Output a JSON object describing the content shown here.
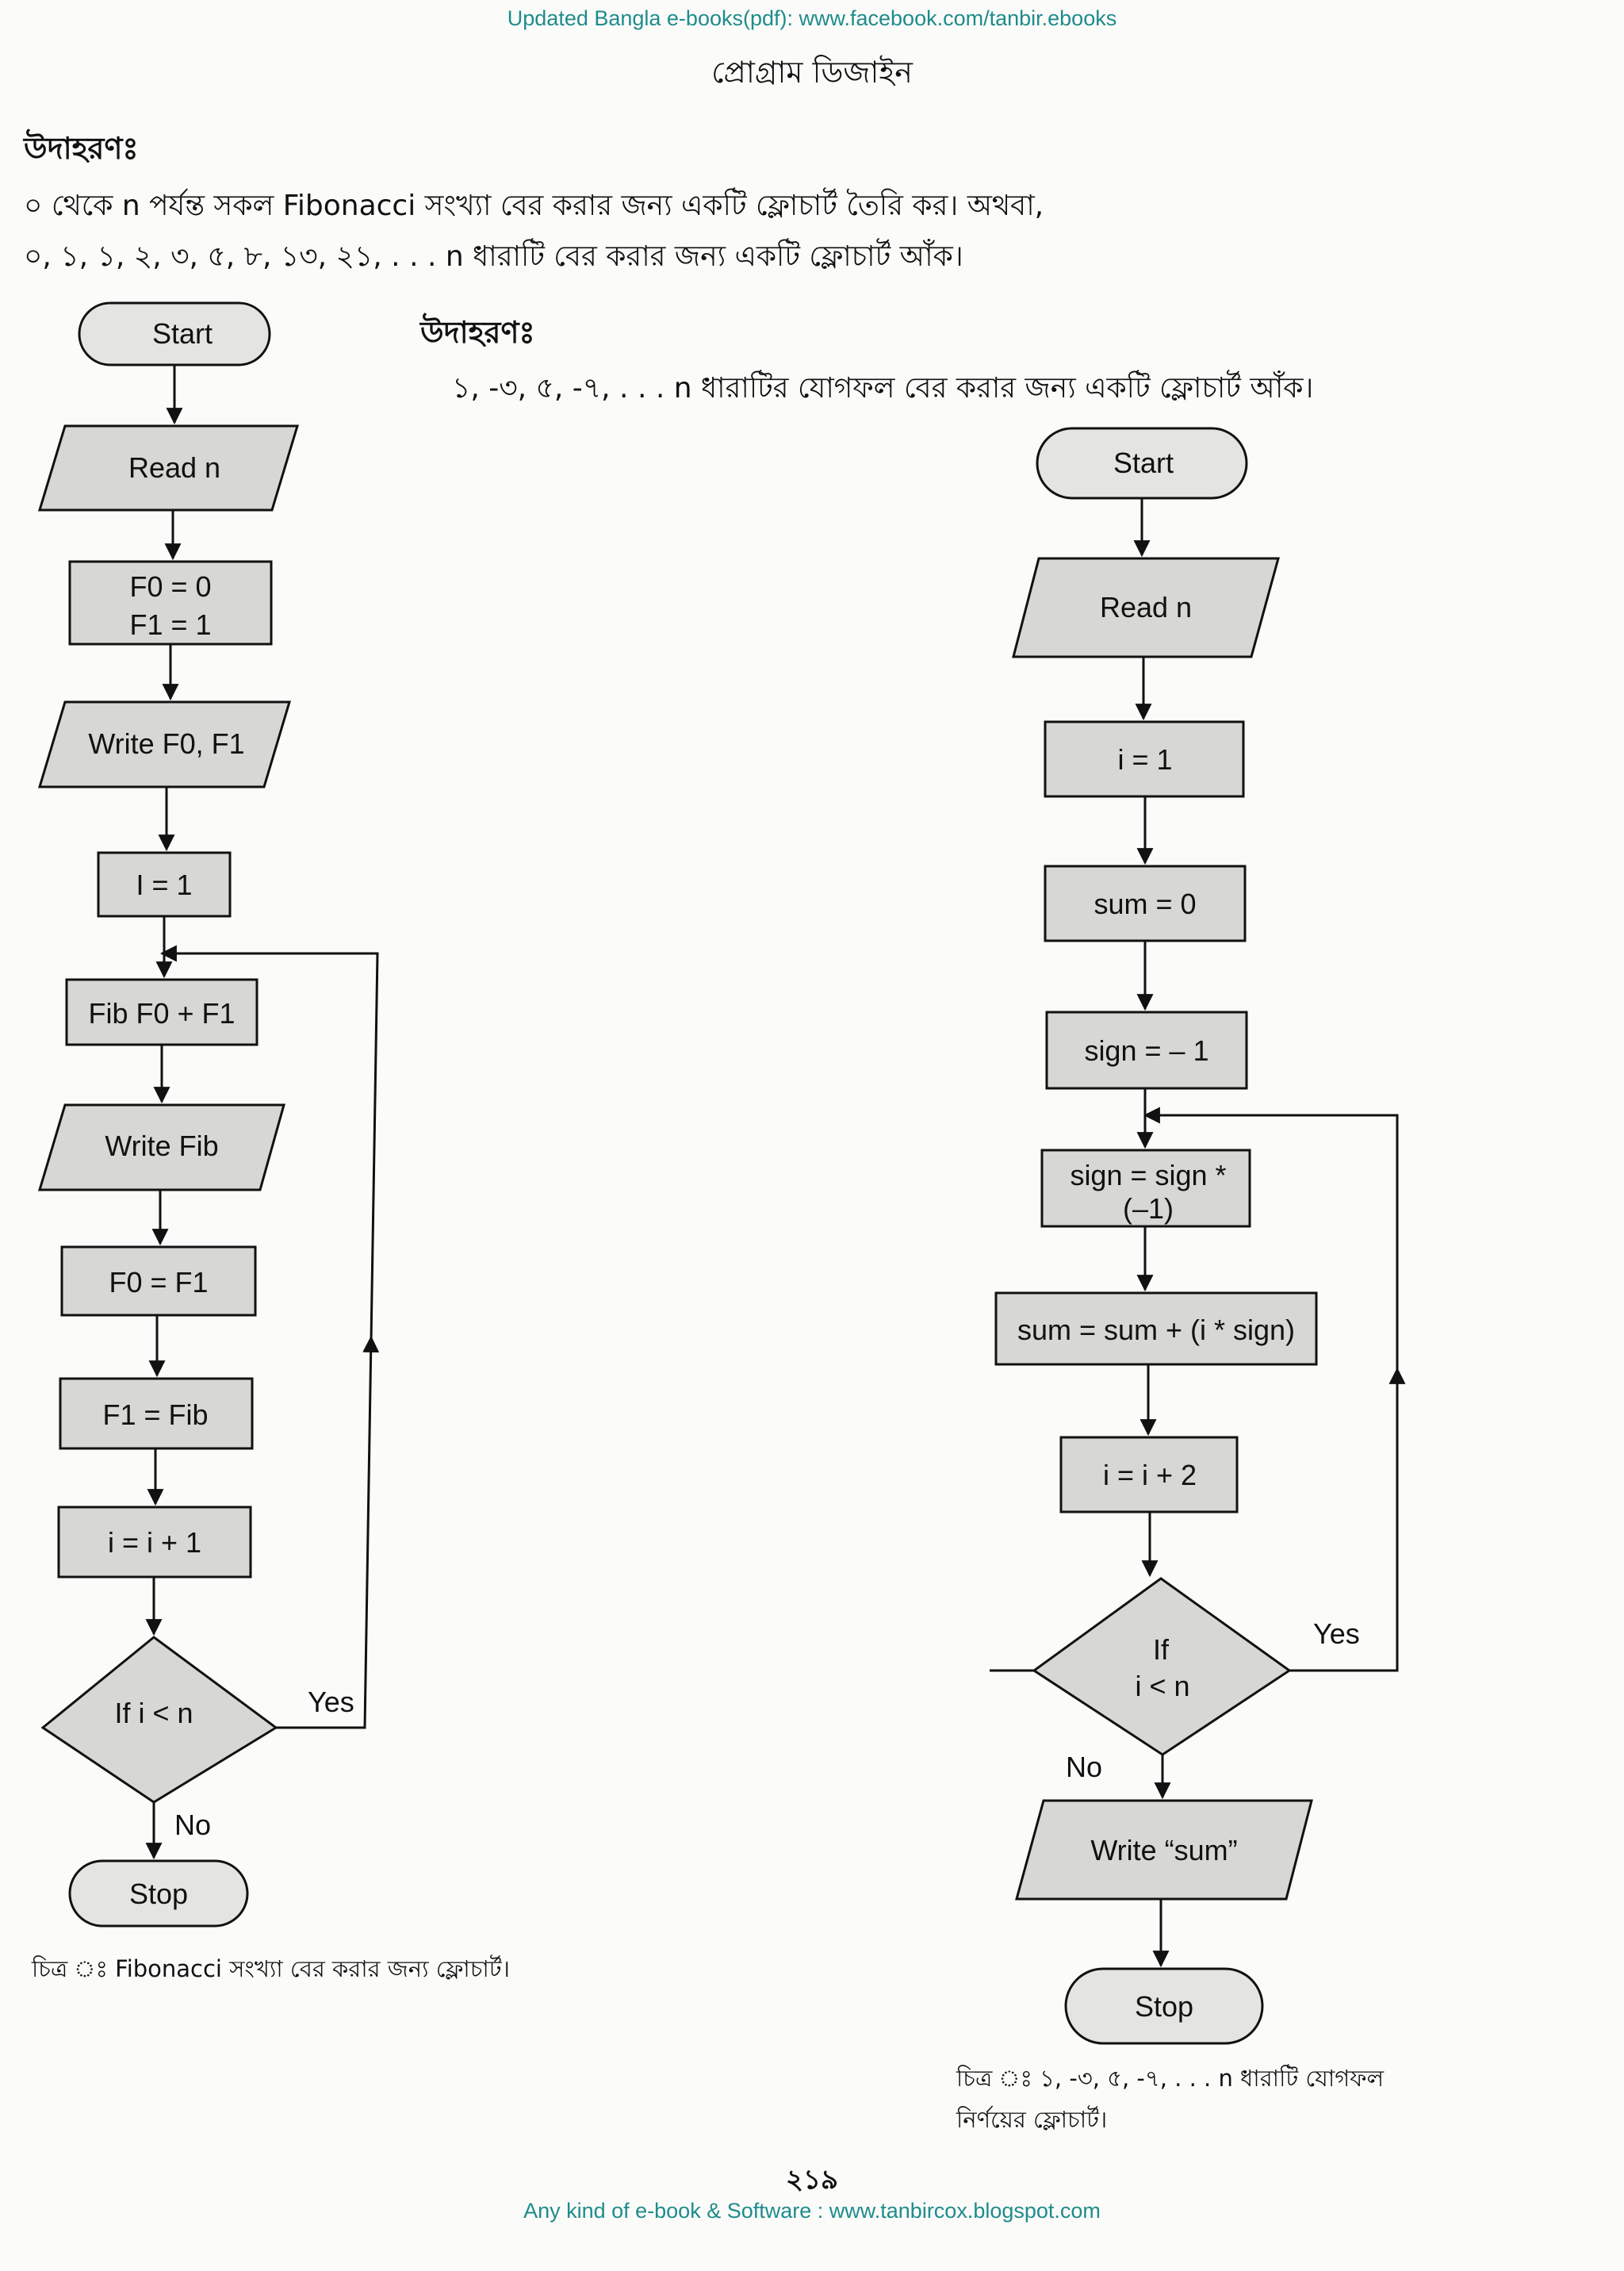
{
  "header": {
    "banner_top": "Updated Bangla e-books(pdf): www.facebook.com/tanbir.ebooks",
    "chapter_title": "প্রোগ্রাম ডিজাইন"
  },
  "example1": {
    "heading": "উদাহরণঃ",
    "line1": "০ থেকে n পর্যন্ত সকল Fibonacci সংখ্যা বের করার জন্য একটি ফ্লোচার্ট তৈরি কর। অথবা,",
    "line2": "০, ১, ১, ২, ৩, ৫, ৮, ১৩, ২১, . . . n ধারাটি বের করার জন্য একটি ফ্লোচার্ট আঁক।"
  },
  "example2": {
    "heading": "উদাহরণঃ",
    "line1": "১, -৩, ৫, -৭, . . . n ধারাটির যোগফল বের করার জন্য একটি ফ্লোচার্ট আঁক।"
  },
  "flow1": {
    "start": "Start",
    "read": "Read n",
    "init_f0": "F0 = 0",
    "init_f1": "F1 = 1",
    "write_f": "Write F0, F1",
    "init_i": "I = 1",
    "fib": "Fib F0 + F1",
    "write_fib": "Write Fib",
    "f0_assign": "F0 = F1",
    "f1_assign": "F1 = Fib",
    "incr": "i = i + 1",
    "decision": "If i < n",
    "yes": "Yes",
    "no": "No",
    "stop": "Stop",
    "caption": "চিত্র ঃ Fibonacci সংখ্যা বের করার জন্য ফ্লোচার্ট।"
  },
  "flow2": {
    "start": "Start",
    "read": "Read n",
    "init_i": "i = 1",
    "init_sum": "sum = 0",
    "init_sign": "sign = – 1",
    "sign_update_1": "sign = sign *",
    "sign_update_2": "(–1)",
    "sum_update": "sum = sum + (i * sign)",
    "incr": "i = i + 2",
    "decision_1": "If",
    "decision_2": "i < n",
    "yes": "Yes",
    "no": "No",
    "write": "Write “sum”",
    "stop": "Stop",
    "caption_1": "চিত্র ঃ ১, -৩, ৫, -৭, . . . n ধারাটি যোগফল",
    "caption_2": "নির্ণয়ের ফ্লোচার্ট।"
  },
  "footer": {
    "page_number": "২১৯",
    "banner_bottom": "Any kind of e-book & Software : www.tanbircox.blogspot.com"
  }
}
